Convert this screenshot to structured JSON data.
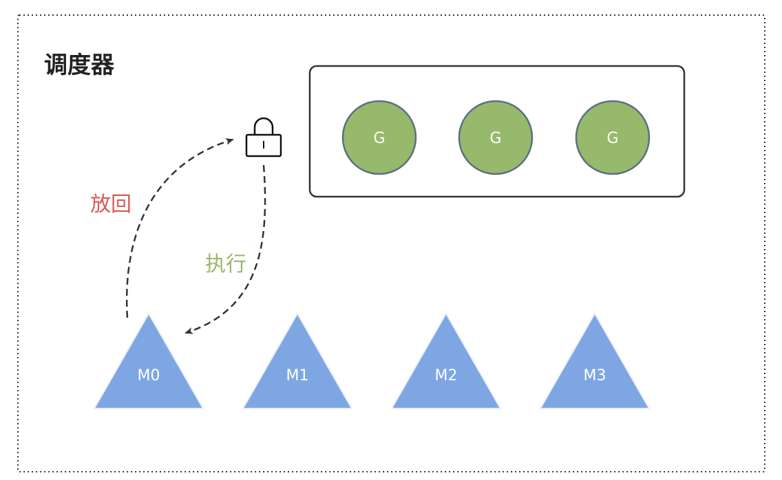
{
  "diagram": {
    "title": "调度器",
    "goroutines": [
      {
        "label": "G"
      },
      {
        "label": "G"
      },
      {
        "label": "G"
      }
    ],
    "machines": [
      {
        "label": "M0"
      },
      {
        "label": "M1"
      },
      {
        "label": "M2"
      },
      {
        "label": "M3"
      }
    ],
    "edges": [
      {
        "label": "放回",
        "from": "M0",
        "to": "lock",
        "color": "#d65a55"
      },
      {
        "label": "执行",
        "from": "lock",
        "to": "M0",
        "color": "#97b96b"
      }
    ],
    "icons": [
      "lock-icon"
    ]
  },
  "colors": {
    "goroutine_fill": "#97b96b",
    "goroutine_stroke": "#5c6f83",
    "machine_fill": "#7ea6e3",
    "queue_stroke": "#333333",
    "border": "#333333",
    "edge": "#333333"
  }
}
